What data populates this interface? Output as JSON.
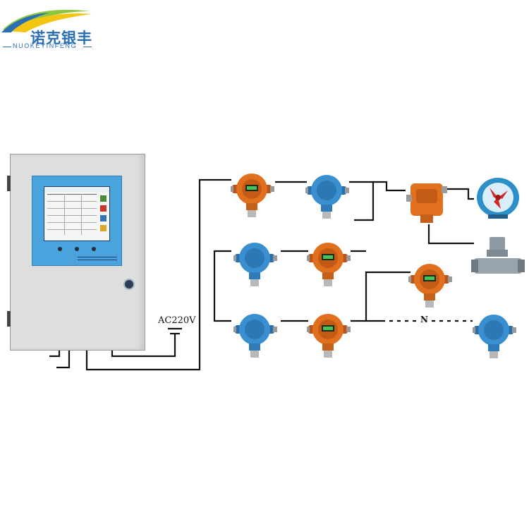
{
  "logo": {
    "brand": "诺克银丰",
    "sub": "NUOKEYINFENG"
  },
  "labels": {
    "power": "AC220V",
    "n": "N"
  },
  "colors": {
    "wire": "#111111",
    "controller_body": "#dedede",
    "screen_frame": "#4aa3dc",
    "detector_orange": "#e0701e",
    "detector_blue": "#3a8fd0",
    "logo_blue": "#2a6db5",
    "logo_green": "#8dc63f",
    "logo_yellow": "#f2c511"
  },
  "icons": {
    "fan": "axial-fan-icon",
    "valve": "solenoid-valve-icon",
    "detector": "gas-detector-icon",
    "controller": "alarm-controller-icon"
  }
}
